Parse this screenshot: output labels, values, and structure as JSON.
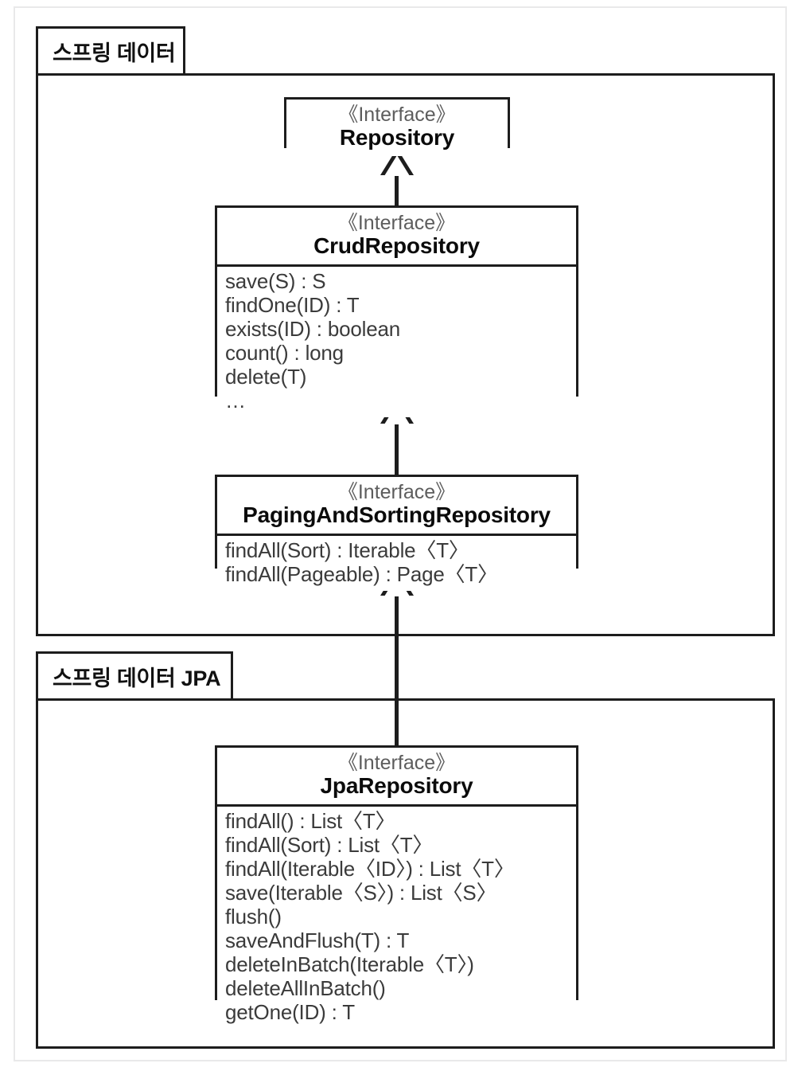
{
  "diagram": {
    "title": "Spring Data Repository hierarchy",
    "packages": [
      {
        "id": "spring-data",
        "label": "스프링 데이터"
      },
      {
        "id": "spring-data-jpa",
        "label": "스프링 데이터 JPA"
      }
    ],
    "classes": [
      {
        "id": "repository",
        "stereotype": "《Interface》",
        "name": "Repository",
        "members": []
      },
      {
        "id": "crud-repository",
        "stereotype": "《Interface》",
        "name": "CrudRepository",
        "members": [
          "save(S) : S",
          "findOne(ID) : T",
          "exists(ID) : boolean",
          "count() : long",
          "delete(T)",
          "…"
        ]
      },
      {
        "id": "paging-and-sorting-repository",
        "stereotype": "《Interface》",
        "name": "PagingAndSortingRepository",
        "members": [
          "findAll(Sort) : Iterable〈T〉",
          "findAll(Pageable) : Page〈T〉"
        ]
      },
      {
        "id": "jpa-repository",
        "stereotype": "《Interface》",
        "name": "JpaRepository",
        "members": [
          "findAll() : List〈T〉",
          "findAll(Sort) : List〈T〉",
          "findAll(Iterable〈ID〉) : List〈T〉",
          "save(Iterable〈S〉) : List〈S〉",
          "flush()",
          "saveAndFlush(T) : T",
          "deleteInBatch(Iterable〈T〉)",
          "deleteAllInBatch()",
          "getOne(ID) : T"
        ]
      }
    ],
    "relations": [
      {
        "id": "crud-extends-repository",
        "type": "generalization",
        "from": "crud-repository",
        "to": "repository"
      },
      {
        "id": "paging-extends-crud",
        "type": "generalization",
        "from": "paging-and-sorting-repository",
        "to": "crud-repository"
      },
      {
        "id": "jpa-extends-paging",
        "type": "generalization",
        "from": "jpa-repository",
        "to": "paging-and-sorting-repository"
      }
    ],
    "colors": {
      "line": "#1d1d1d",
      "name_text": "#0b0b0b",
      "member_text": "#3b3b3b",
      "stereotype_text": "#5d5d5d",
      "background": "#ffffff",
      "page_frame": "#e9e9ea"
    }
  }
}
